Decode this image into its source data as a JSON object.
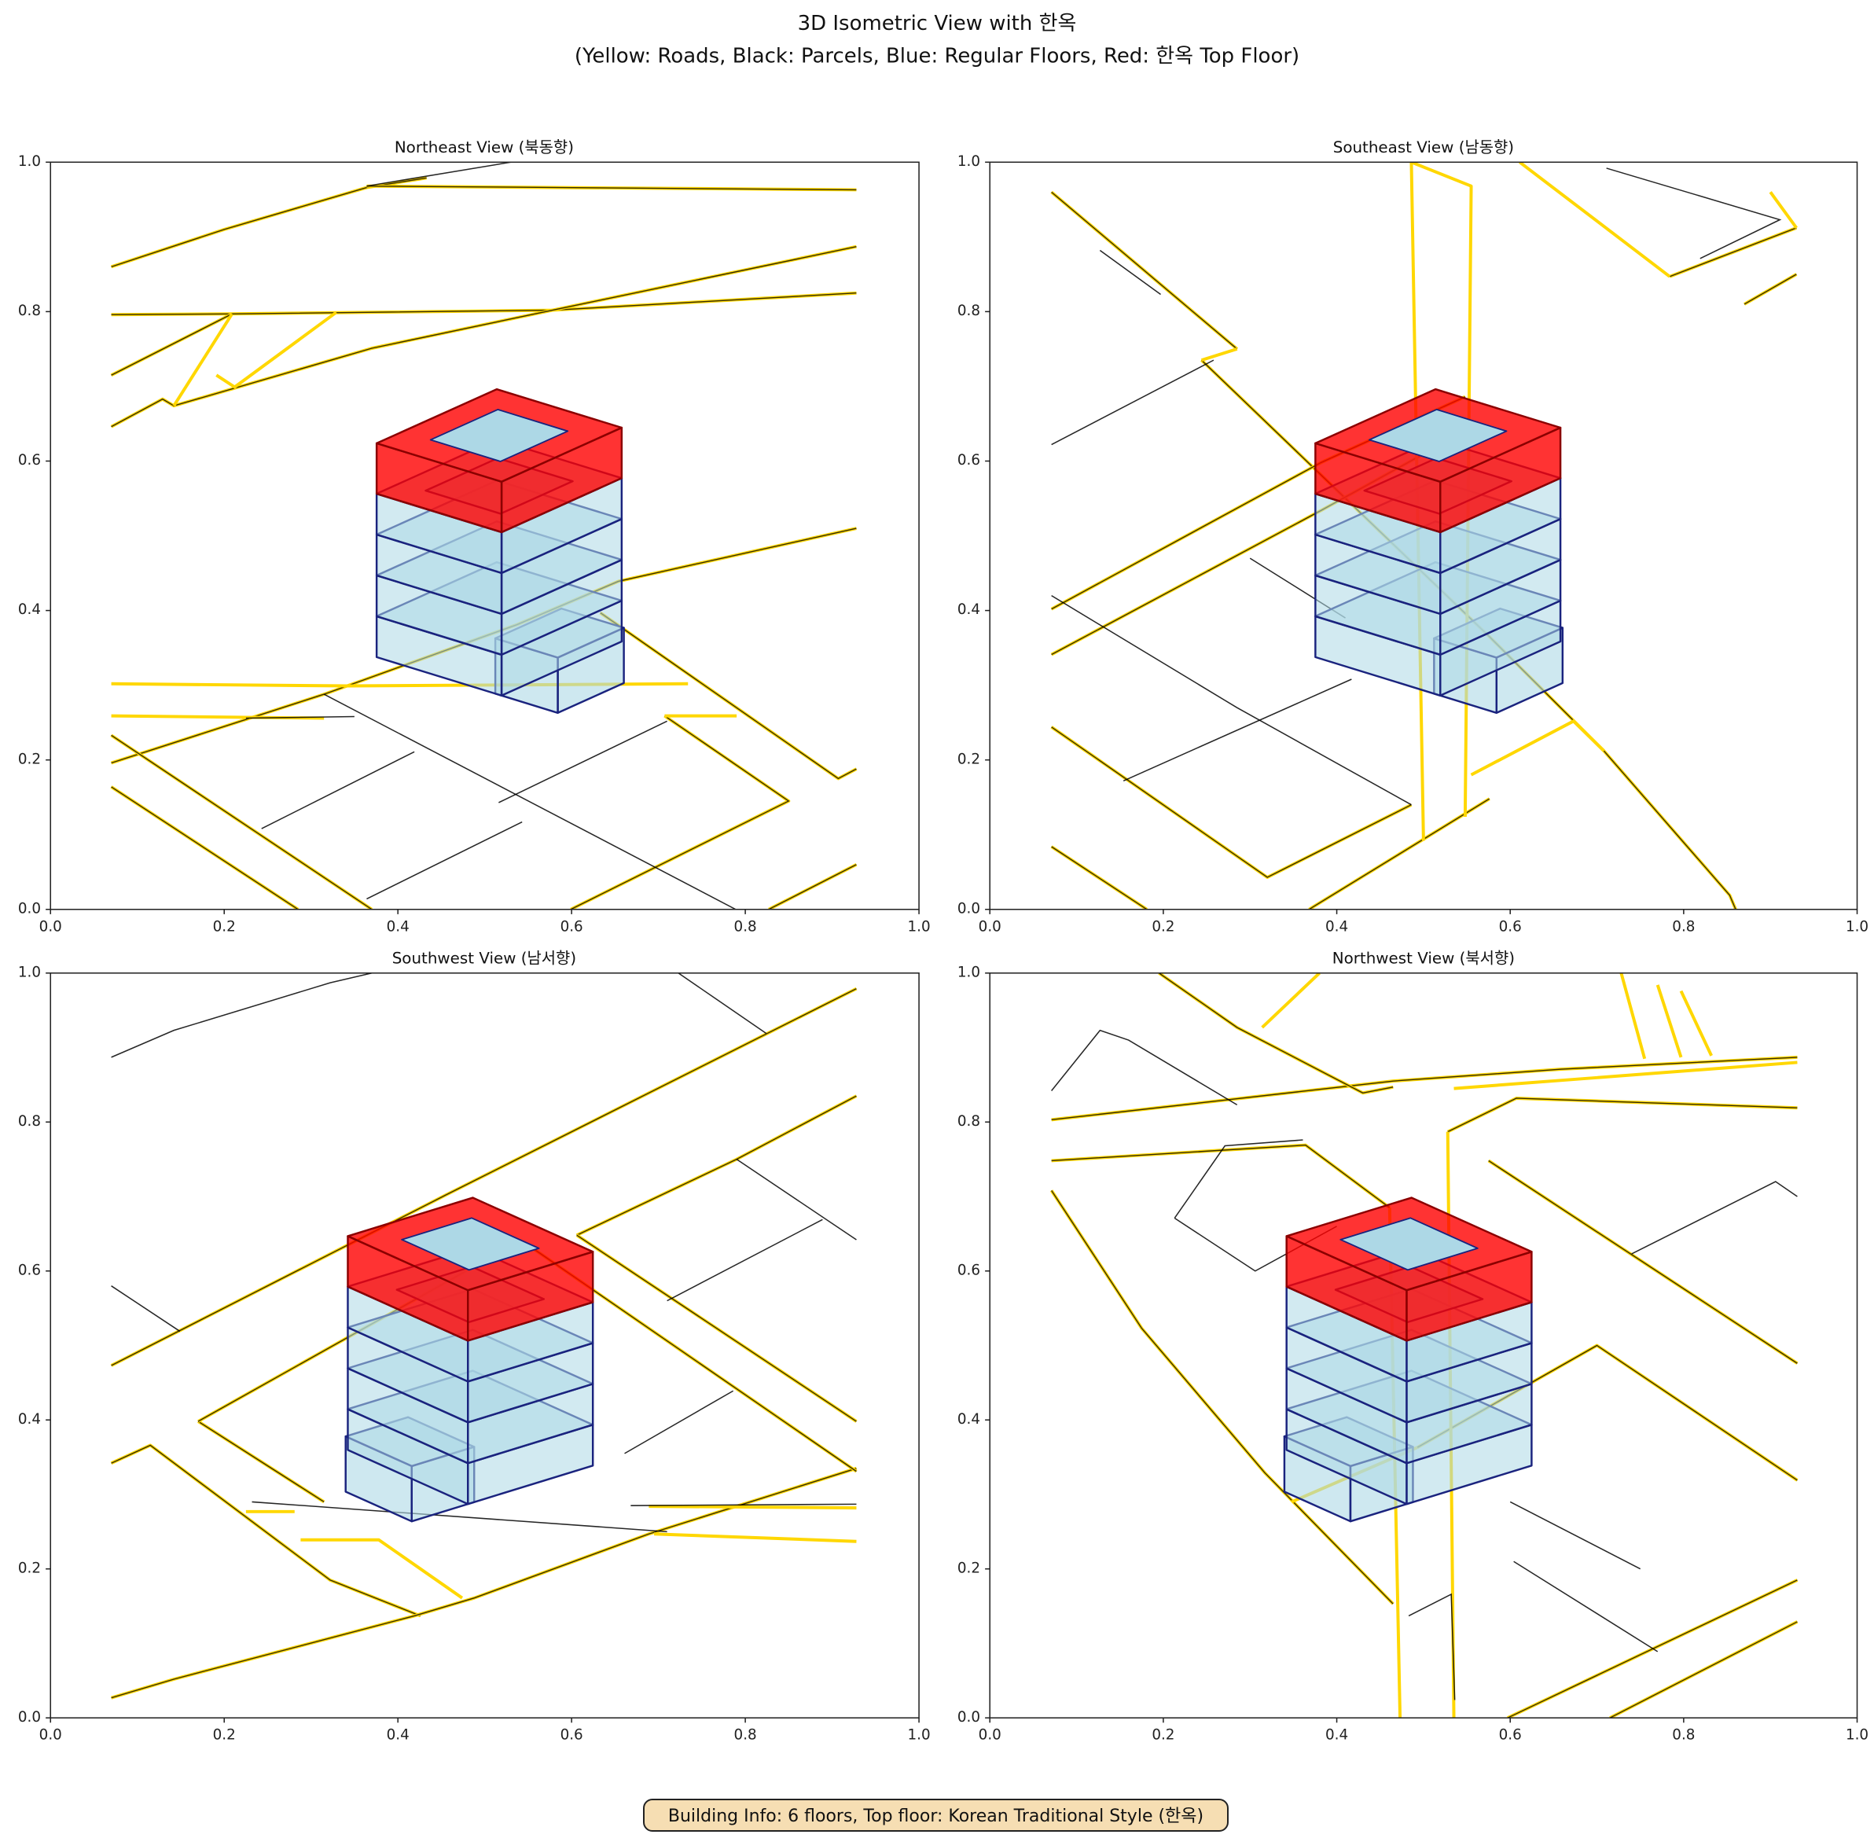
{
  "figure": {
    "title_line1": "3D Isometric View with 한옥",
    "title_line2": "(Yellow: Roads, Black: Parcels, Blue: Regular Floors, Red: 한옥 Top Floor)",
    "info_box": "Building Info: 6 floors, Top floor: Korean Traditional Style (한옥)"
  },
  "colors": {
    "road": "#FFD700",
    "parcel": "#000000",
    "floor_fill": "#ADD8E6",
    "floor_edge": "#1a237e",
    "top_floor": "#FF0000",
    "top_edge": "#8B0000",
    "info_bg": "#F5DEB3"
  },
  "chart_data": [
    {
      "type": "line",
      "title": "Northeast View (북동향)",
      "xlim": [
        0,
        1
      ],
      "ylim": [
        0,
        1
      ],
      "xticks": [
        "0.0",
        "0.2",
        "0.4",
        "0.6",
        "0.8",
        "1.0"
      ],
      "yticks": [
        "0.0",
        "0.2",
        "0.4",
        "0.6",
        "0.8",
        "1.0"
      ],
      "building": {
        "floors": 6,
        "top_floor": "한옥",
        "mirror": false
      },
      "roads": [
        [
          [
            0.07,
            0.86
          ],
          [
            0.2,
            0.91
          ],
          [
            0.364,
            0.966
          ],
          [
            0.433,
            0.979
          ]
        ],
        [
          [
            0.364,
            0.968
          ],
          [
            0.928,
            0.963
          ]
        ],
        [
          [
            0.07,
            0.796
          ],
          [
            0.209,
            0.797
          ],
          [
            0.578,
            0.802
          ],
          [
            0.928,
            0.825
          ]
        ],
        [
          [
            0.07,
            0.646
          ],
          [
            0.129,
            0.683
          ],
          [
            0.142,
            0.674
          ],
          [
            0.37,
            0.751
          ],
          [
            0.578,
            0.802
          ],
          [
            0.928,
            0.887
          ]
        ],
        [
          [
            0.07,
            0.715
          ],
          [
            0.209,
            0.797
          ]
        ],
        [
          [
            0.07,
            0.196
          ],
          [
            0.315,
            0.288
          ],
          [
            0.537,
            0.381
          ],
          [
            0.654,
            0.439
          ],
          [
            0.928,
            0.51
          ]
        ],
        [
          [
            0.633,
            0.397
          ],
          [
            0.907,
            0.175
          ],
          [
            0.928,
            0.188
          ]
        ],
        [
          [
            0.707,
            0.259
          ],
          [
            0.85,
            0.145
          ],
          [
            0.599,
            0
          ]
        ],
        [
          [
            0.07,
            0.164
          ],
          [
            0.285,
            0
          ]
        ],
        [
          [
            0.07,
            0.233
          ],
          [
            0.37,
            0
          ]
        ],
        [
          [
            0.827,
            0
          ],
          [
            0.928,
            0.06
          ]
        ]
      ],
      "roads_plain": [
        [
          [
            0.142,
            0.674
          ],
          [
            0.209,
            0.797
          ]
        ],
        [
          [
            0.191,
            0.715
          ],
          [
            0.212,
            0.699
          ],
          [
            0.329,
            0.799
          ]
        ],
        [
          [
            0.07,
            0.302
          ],
          [
            0.343,
            0.299
          ],
          [
            0.734,
            0.302
          ]
        ],
        [
          [
            0.07,
            0.259
          ],
          [
            0.315,
            0.256
          ]
        ],
        [
          [
            0.707,
            0.259
          ],
          [
            0.79,
            0.259
          ]
        ]
      ],
      "parcels": [
        [
          [
            0.364,
            0.968
          ],
          [
            0.53,
            1.0
          ]
        ],
        [
          [
            0.315,
            0.288
          ],
          [
            0.789,
            0
          ]
        ],
        [
          [
            0.243,
            0.108
          ],
          [
            0.419,
            0.211
          ]
        ],
        [
          [
            0.364,
            0.014
          ],
          [
            0.543,
            0.117
          ]
        ],
        [
          [
            0.516,
            0.143
          ],
          [
            0.71,
            0.252
          ]
        ],
        [
          [
            0.225,
            0.256
          ],
          [
            0.35,
            0.258
          ]
        ]
      ]
    },
    {
      "type": "line",
      "title": "Southeast View (남동향)",
      "xlim": [
        0,
        1
      ],
      "ylim": [
        0,
        1
      ],
      "xticks": [
        "0.0",
        "0.2",
        "0.4",
        "0.6",
        "0.8",
        "1.0"
      ],
      "yticks": [
        "0.0",
        "0.2",
        "0.4",
        "0.6",
        "0.8",
        "1.0"
      ],
      "building": {
        "floors": 6,
        "top_floor": "한옥",
        "mirror": false
      },
      "roads": [
        [
          [
            0.071,
            0.96
          ],
          [
            0.285,
            0.75
          ]
        ],
        [
          [
            0.244,
            0.735
          ],
          [
            0.576,
            0.365
          ],
          [
            0.708,
            0.212
          ],
          [
            0.853,
            0.019
          ],
          [
            0.86,
            0
          ]
        ],
        [
          [
            0.071,
            0.402
          ],
          [
            0.382,
            0.598
          ],
          [
            0.548,
            0.686
          ]
        ],
        [
          [
            0.071,
            0.341
          ],
          [
            0.382,
            0.534
          ],
          [
            0.507,
            0.614
          ]
        ],
        [
          [
            0.071,
            0.244
          ],
          [
            0.32,
            0.043
          ],
          [
            0.486,
            0.14
          ]
        ],
        [
          [
            0.071,
            0.084
          ],
          [
            0.181,
            0
          ]
        ],
        [
          [
            0.368,
            0
          ],
          [
            0.576,
            0.148
          ]
        ],
        [
          [
            0.784,
            0.847
          ],
          [
            0.93,
            0.912
          ]
        ],
        [
          [
            0.87,
            0.81
          ],
          [
            0.93,
            0.85
          ]
        ]
      ],
      "roads_plain": [
        [
          [
            0.486,
            1
          ],
          [
            0.5,
            0.092
          ]
        ],
        [
          [
            0.486,
            1
          ],
          [
            0.555,
            0.968
          ],
          [
            0.548,
            0.124
          ]
        ],
        [
          [
            0.611,
            1
          ],
          [
            0.784,
            0.847
          ]
        ],
        [
          [
            0.555,
            0.18
          ],
          [
            0.673,
            0.252
          ],
          [
            0.708,
            0.212
          ]
        ],
        [
          [
            0.93,
            0.912
          ],
          [
            0.9,
            0.96
          ]
        ],
        [
          [
            0.244,
            0.735
          ],
          [
            0.285,
            0.75
          ]
        ]
      ],
      "parcels": [
        [
          [
            0.071,
            0.622
          ],
          [
            0.258,
            0.735
          ]
        ],
        [
          [
            0.127,
            0.882
          ],
          [
            0.197,
            0.823
          ]
        ],
        [
          [
            0.071,
            0.42
          ],
          [
            0.285,
            0.27
          ],
          [
            0.486,
            0.14
          ]
        ],
        [
          [
            0.154,
            0.172
          ],
          [
            0.417,
            0.308
          ]
        ],
        [
          [
            0.711,
            0.992
          ],
          [
            0.911,
            0.923
          ],
          [
            0.819,
            0.871
          ]
        ],
        [
          [
            0.3,
            0.47
          ],
          [
            0.41,
            0.39
          ]
        ]
      ]
    },
    {
      "type": "line",
      "title": "Southwest View (남서향)",
      "xlim": [
        0,
        1
      ],
      "ylim": [
        0,
        1
      ],
      "xticks": [
        "0.0",
        "0.2",
        "0.4",
        "0.6",
        "0.8",
        "1.0"
      ],
      "yticks": [
        "0.0",
        "0.2",
        "0.4",
        "0.6",
        "0.8",
        "1.0"
      ],
      "building": {
        "floors": 6,
        "top_floor": "한옥",
        "mirror": true
      },
      "roads": [
        [
          [
            0.07,
            0.473
          ],
          [
            0.455,
            0.702
          ],
          [
            0.928,
            0.979
          ]
        ],
        [
          [
            0.07,
            0.342
          ],
          [
            0.115,
            0.366
          ],
          [
            0.322,
            0.185
          ],
          [
            0.426,
            0.137
          ]
        ],
        [
          [
            0.07,
            0.027
          ],
          [
            0.142,
            0.052
          ],
          [
            0.419,
            0.137
          ],
          [
            0.488,
            0.161
          ],
          [
            0.689,
            0.247
          ],
          [
            0.928,
            0.335
          ]
        ],
        [
          [
            0.17,
            0.398
          ],
          [
            0.315,
            0.29
          ]
        ],
        [
          [
            0.17,
            0.398
          ],
          [
            0.523,
            0.629
          ]
        ],
        [
          [
            0.606,
            0.648
          ],
          [
            0.79,
            0.75
          ],
          [
            0.928,
            0.835
          ]
        ],
        [
          [
            0.606,
            0.648
          ],
          [
            0.928,
            0.398
          ]
        ],
        [
          [
            0.557,
            0.629
          ],
          [
            0.928,
            0.331
          ]
        ]
      ],
      "roads_plain": [
        [
          [
            0.225,
            0.277
          ],
          [
            0.281,
            0.277
          ]
        ],
        [
          [
            0.288,
            0.239
          ],
          [
            0.378,
            0.239
          ],
          [
            0.474,
            0.161
          ]
        ],
        [
          [
            0.689,
            0.284
          ],
          [
            0.928,
            0.282
          ]
        ],
        [
          [
            0.695,
            0.247
          ],
          [
            0.928,
            0.237
          ]
        ]
      ],
      "parcels": [
        [
          [
            0.07,
            0.887
          ],
          [
            0.142,
            0.923
          ],
          [
            0.322,
            0.987
          ],
          [
            0.37,
            1.0
          ]
        ],
        [
          [
            0.723,
            1
          ],
          [
            0.824,
            0.919
          ]
        ],
        [
          [
            0.07,
            0.58
          ],
          [
            0.149,
            0.519
          ]
        ],
        [
          [
            0.71,
            0.56
          ],
          [
            0.889,
            0.669
          ]
        ],
        [
          [
            0.79,
            0.75
          ],
          [
            0.928,
            0.642
          ]
        ],
        [
          [
            0.661,
            0.355
          ],
          [
            0.786,
            0.439
          ]
        ],
        [
          [
            0.668,
            0.285
          ],
          [
            0.928,
            0.287
          ]
        ],
        [
          [
            0.232,
            0.29
          ],
          [
            0.71,
            0.25
          ]
        ]
      ]
    },
    {
      "type": "line",
      "title": "Northwest View (북서향)",
      "xlim": [
        0,
        1
      ],
      "ylim": [
        0,
        1
      ],
      "xticks": [
        "0.0",
        "0.2",
        "0.4",
        "0.6",
        "0.8",
        "1.0"
      ],
      "yticks": [
        "0.0",
        "0.2",
        "0.4",
        "0.6",
        "0.8",
        "1.0"
      ],
      "building": {
        "floors": 6,
        "top_floor": "한옥",
        "mirror": true
      },
      "roads": [
        [
          [
            0.071,
            0.803
          ],
          [
            0.465,
            0.855
          ],
          [
            0.659,
            0.871
          ],
          [
            0.931,
            0.887
          ]
        ],
        [
          [
            0.071,
            0.748
          ],
          [
            0.364,
            0.769
          ],
          [
            0.461,
            0.685
          ]
        ],
        [
          [
            0.575,
            0.748
          ],
          [
            0.931,
            0.476
          ]
        ],
        [
          [
            0.071,
            0.708
          ],
          [
            0.175,
            0.523
          ],
          [
            0.317,
            0.329
          ],
          [
            0.465,
            0.153
          ]
        ],
        [
          [
            0.528,
            0.787
          ],
          [
            0.607,
            0.832
          ],
          [
            0.931,
            0.819
          ]
        ],
        [
          [
            0.493,
            0.363
          ],
          [
            0.7,
            0.5
          ],
          [
            0.931,
            0.319
          ]
        ],
        [
          [
            0.597,
            0
          ],
          [
            0.931,
            0.185
          ]
        ],
        [
          [
            0.715,
            0
          ],
          [
            0.931,
            0.129
          ]
        ],
        [
          [
            0.195,
            1
          ],
          [
            0.285,
            0.927
          ],
          [
            0.43,
            0.839
          ],
          [
            0.465,
            0.847
          ]
        ]
      ],
      "roads_plain": [
        [
          [
            0.461,
            0.685
          ],
          [
            0.473,
            0
          ]
        ],
        [
          [
            0.528,
            0.787
          ],
          [
            0.535,
            0
          ]
        ],
        [
          [
            0.314,
            0.927
          ],
          [
            0.38,
            1
          ]
        ],
        [
          [
            0.348,
            0.29
          ],
          [
            0.493,
            0.363
          ]
        ],
        [
          [
            0.728,
            1
          ],
          [
            0.755,
            0.885
          ]
        ],
        [
          [
            0.77,
            0.984
          ],
          [
            0.797,
            0.887
          ]
        ],
        [
          [
            0.797,
            0.976
          ],
          [
            0.832,
            0.889
          ]
        ],
        [
          [
            0.535,
            0.845
          ],
          [
            0.931,
            0.88
          ]
        ]
      ],
      "parcels": [
        [
          [
            0.071,
            0.842
          ],
          [
            0.127,
            0.923
          ],
          [
            0.16,
            0.91
          ],
          [
            0.285,
            0.823
          ]
        ],
        [
          [
            0.213,
            0.671
          ],
          [
            0.271,
            0.768
          ],
          [
            0.361,
            0.776
          ]
        ],
        [
          [
            0.213,
            0.671
          ],
          [
            0.306,
            0.6
          ],
          [
            0.4,
            0.66
          ]
        ],
        [
          [
            0.483,
            0.137
          ],
          [
            0.532,
            0.166
          ],
          [
            0.536,
            0.024
          ]
        ],
        [
          [
            0.604,
            0.21
          ],
          [
            0.77,
            0.089
          ]
        ],
        [
          [
            0.74,
            0.623
          ],
          [
            0.906,
            0.72
          ],
          [
            0.931,
            0.7
          ]
        ],
        [
          [
            0.6,
            0.29
          ],
          [
            0.75,
            0.2
          ]
        ]
      ]
    }
  ]
}
